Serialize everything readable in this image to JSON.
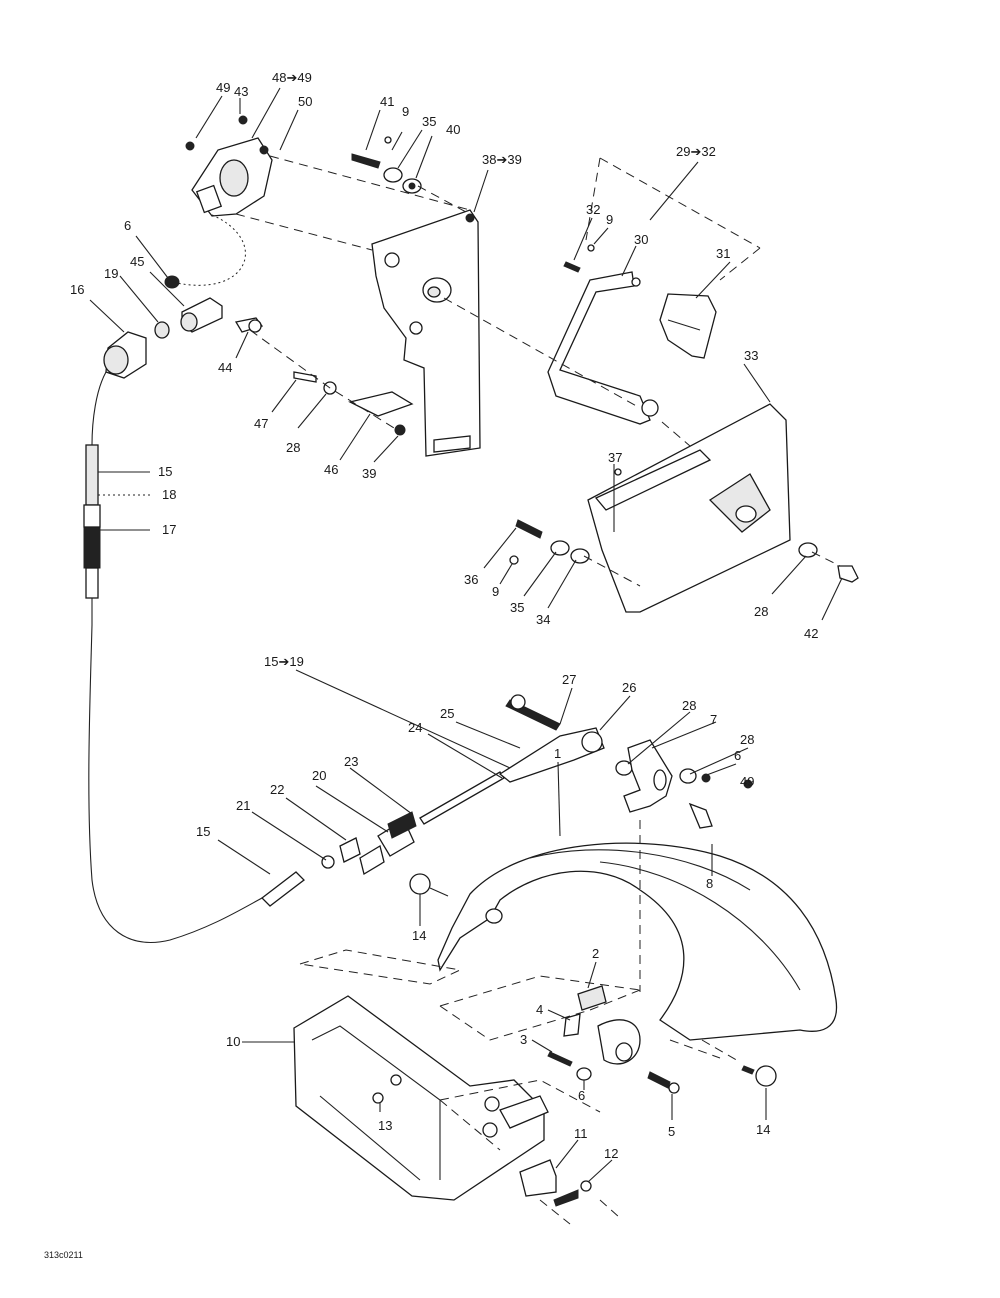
{
  "labels": {
    "l49a": "49",
    "l43": "43",
    "l4849": "48➔49",
    "l50": "50",
    "l41": "41",
    "l9a": "9",
    "l35a": "35",
    "l40": "40",
    "l3839": "38➔39",
    "l2932": "29➔32",
    "l32": "32",
    "l9b": "9",
    "l30": "30",
    "l31": "31",
    "l6a": "6",
    "l45": "45",
    "l19a": "19",
    "l16": "16",
    "l44": "44",
    "l47": "47",
    "l28a": "28",
    "l46": "46",
    "l39": "39",
    "l33": "33",
    "l37": "37",
    "l15a": "15",
    "l18": "18",
    "l17": "17",
    "l36": "36",
    "l9c": "9",
    "l35b": "35",
    "l34": "34",
    "l28b": "28",
    "l42": "42",
    "l1519": "15➔19",
    "l27": "27",
    "l26": "26",
    "l25": "25",
    "l24": "24",
    "l28c": "28",
    "l7": "7",
    "l28d": "28",
    "l6b": "6",
    "l23": "23",
    "l20": "20",
    "l22": "22",
    "l21": "21",
    "l15b": "15",
    "l49b": "49",
    "l8": "8",
    "l1": "1",
    "l14a": "14",
    "l2": "2",
    "l4": "4",
    "l10": "10",
    "l3": "3",
    "l6c": "6",
    "l13": "13",
    "l5": "5",
    "l14b": "14",
    "l11": "11",
    "l12": "12"
  },
  "figure_code": "313c0211"
}
